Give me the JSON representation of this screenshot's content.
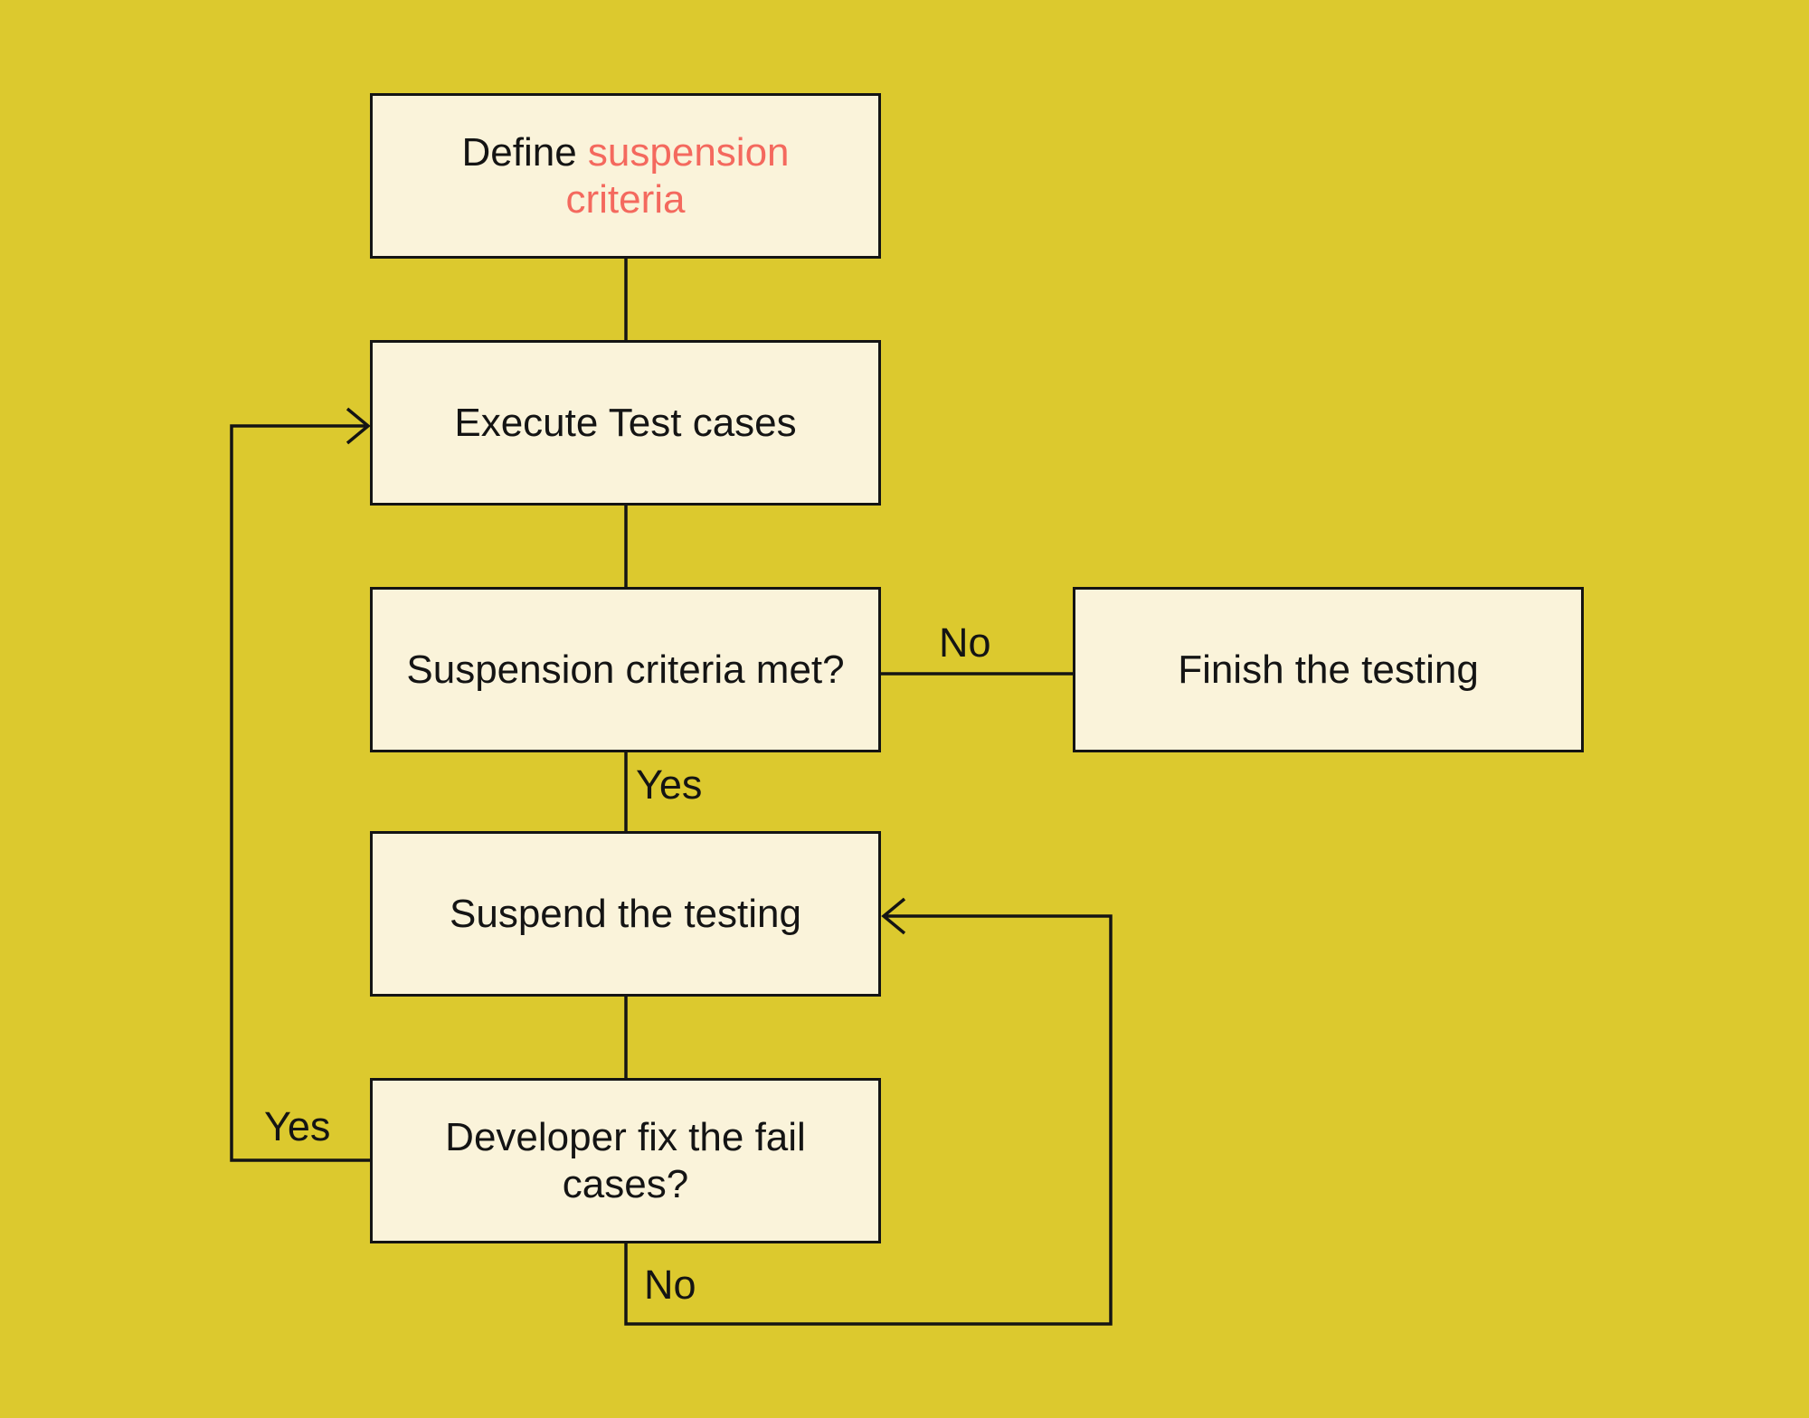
{
  "diagram": {
    "type": "flowchart",
    "colors": {
      "background": "#dcc92e",
      "node_fill": "#faf3da",
      "node_border": "#141414",
      "connector": "#141414",
      "text": "#141414",
      "accent": "#f4695e"
    },
    "nodes": {
      "define": {
        "text_black": "Define ",
        "text_red": "suspension criteria"
      },
      "execute": {
        "label": "Execute Test cases"
      },
      "criteria_met": {
        "label": "Suspension criteria met?"
      },
      "finish": {
        "label": "Finish the testing"
      },
      "suspend": {
        "label": "Suspend the testing"
      },
      "dev_fix": {
        "label": "Developer fix the fail cases?"
      }
    },
    "edge_labels": {
      "no_to_finish": "No",
      "yes_to_suspend": "Yes",
      "yes_to_execute": "Yes",
      "no_to_suspend": "No"
    }
  }
}
